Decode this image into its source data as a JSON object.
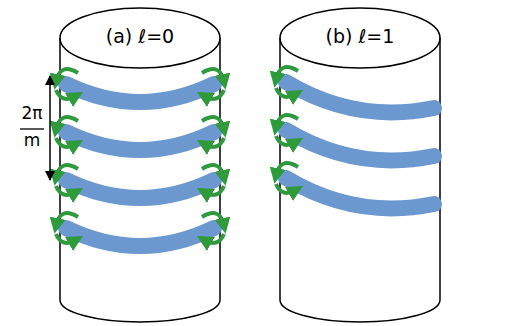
{
  "diagram": {
    "labels": [
      "(a) ℓ=0",
      "(b) ℓ=1",
      "2π",
      "m"
    ]
  }
}
